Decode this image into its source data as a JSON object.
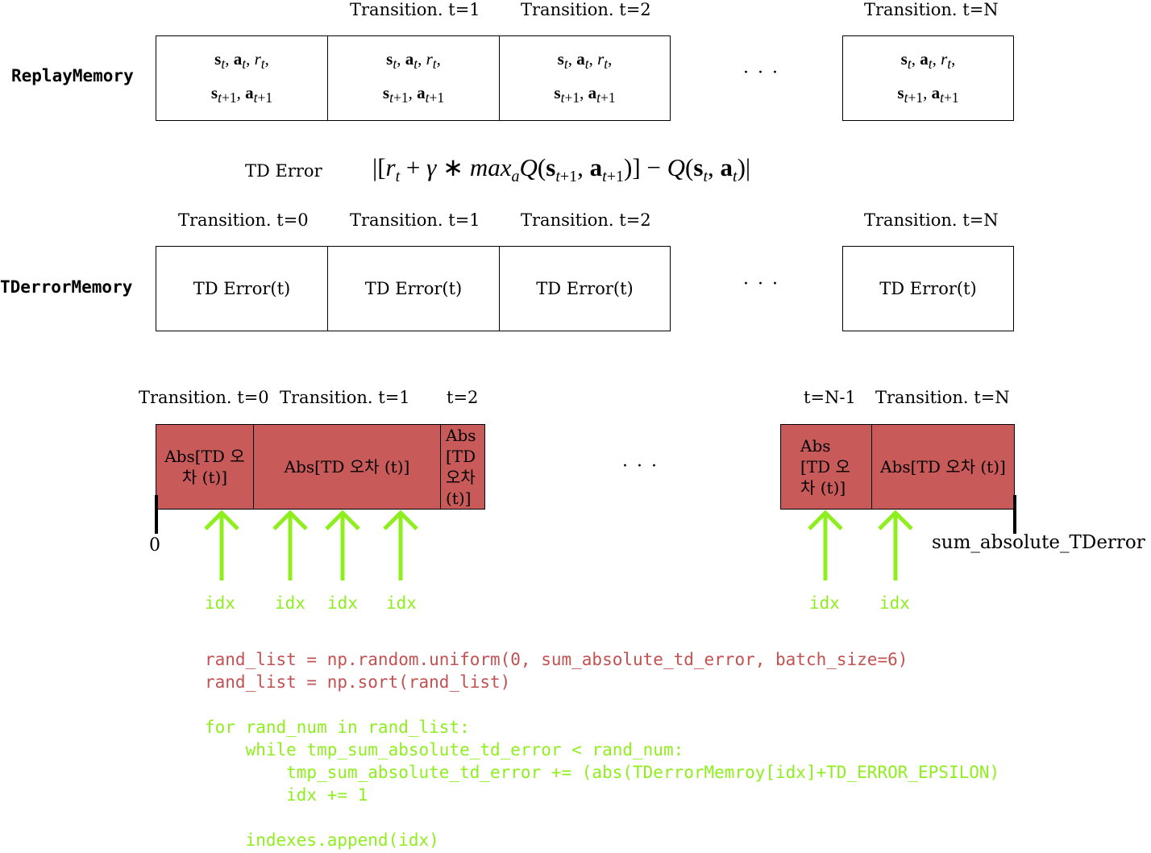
{
  "replay": {
    "row_label": "ReplayMemory",
    "headers": [
      "Transition. t=1",
      "Transition. t=2",
      "Transition. t=N"
    ],
    "ellipsis": "· · ·"
  },
  "td_error": {
    "label": "TD Error"
  },
  "td_memory": {
    "row_label": "TDerrorMemory",
    "headers": [
      "Transition. t=0",
      "Transition. t=1",
      "Transition. t=2",
      "Transition. t=N"
    ],
    "cell_text": "TD Error(t)",
    "ellipsis": "· · ·"
  },
  "abs_bar": {
    "headers": [
      "Transition. t=0",
      "Transition. t=1",
      "t=2",
      "t=N-1",
      "Transition. t=N"
    ],
    "cells": [
      "Abs[TD 오차 (t)]",
      "Abs[TD 오차 (t)]",
      "Abs [TD 오차 (t)]",
      "Abs [TD 오 차 (t)]",
      "Abs[TD 오차 (t)]"
    ],
    "zero_label": "0",
    "sum_label": "sum_absolute_TDerror",
    "ellipsis": "· · ·",
    "idx_label": "idx",
    "arrow_color": "#8fef1e",
    "bar_color": "#c85a5a"
  },
  "code": {
    "red_lines": [
      "rand_list = np.random.uniform(0, sum_absolute_td_error, batch_size=6)",
      "rand_list = np.sort(rand_list)"
    ],
    "green_lines": [
      "for rand_num in rand_list:",
      "    while tmp_sum_absolute_td_error < rand_num:",
      "        tmp_sum_absolute_td_error += (abs(TDerrorMemroy[idx]+TD_ERROR_EPSILON)",
      "        idx += 1",
      "",
      "    indexes.append(idx)"
    ],
    "red_color": "#c25252",
    "green_color": "#8fef1e"
  }
}
